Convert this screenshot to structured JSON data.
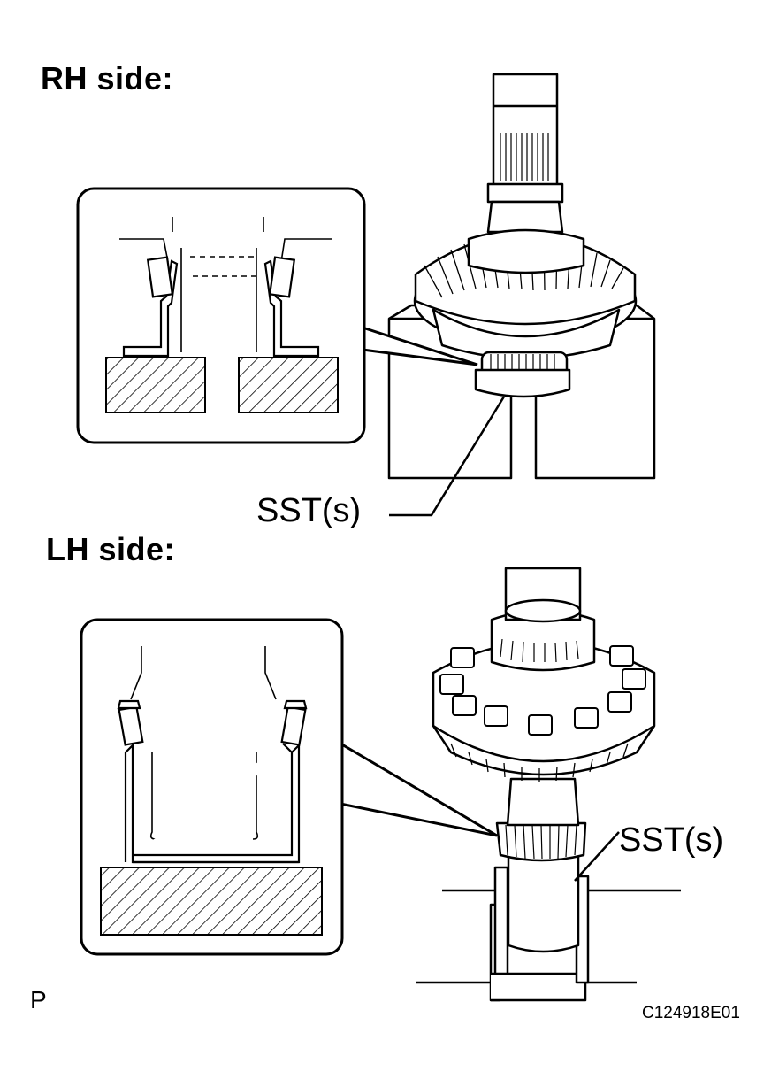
{
  "rh": {
    "heading": "RH side:",
    "callout": "SST(s)"
  },
  "lh": {
    "heading": "LH side:",
    "callout": "SST(s)"
  },
  "footer": {
    "page_letter": "P",
    "figure_code": "C124918E01"
  }
}
